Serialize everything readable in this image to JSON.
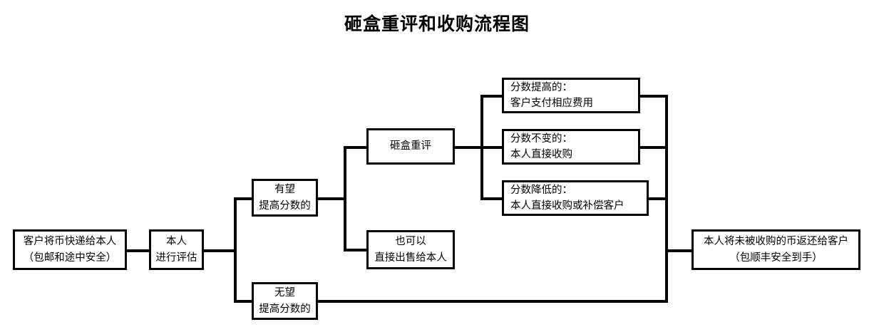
{
  "page": {
    "title": "砸盒重评和收购流程图",
    "background_color": "#ffffff",
    "line_color": "#000000",
    "text_color": "#000000"
  },
  "nodes": {
    "intake": {
      "line1": "客户将币快递给本人",
      "line2": "（包邮和途中安全）"
    },
    "appraise": {
      "line1": "本人",
      "line2": "进行评估"
    },
    "hopeful": {
      "line1": "有望",
      "line2": "提高分数的"
    },
    "hopeless": {
      "line1": "无望",
      "line2": "提高分数的"
    },
    "regrade": {
      "line1": "砸盒重评"
    },
    "direct_sell": {
      "line1": "也可以",
      "line2": "直接出售给本人"
    },
    "score_up": {
      "line1": "分数提高的：",
      "line2": "客户支付相应费用"
    },
    "score_same": {
      "line1": "分数不变的：",
      "line2": "本人直接收购"
    },
    "score_down": {
      "line1": "分数降低的：",
      "line2": "本人直接收购或补偿客户"
    },
    "return_coins": {
      "line1": "本人将未被收购的币返还给客户",
      "line2": "（包顺丰安全到手）"
    }
  },
  "flow": {
    "edges": [
      {
        "from": "intake",
        "to": "appraise"
      },
      {
        "from": "appraise",
        "to": "hopeful"
      },
      {
        "from": "appraise",
        "to": "hopeless"
      },
      {
        "from": "hopeful",
        "to": "regrade"
      },
      {
        "from": "hopeful",
        "to": "direct_sell"
      },
      {
        "from": "regrade",
        "to": "score_up"
      },
      {
        "from": "regrade",
        "to": "score_same"
      },
      {
        "from": "regrade",
        "to": "score_down"
      },
      {
        "from": "score_up",
        "to": "return_coins"
      },
      {
        "from": "score_same",
        "to": "return_coins"
      },
      {
        "from": "score_down",
        "to": "return_coins"
      },
      {
        "from": "hopeless",
        "to": "return_coins"
      }
    ]
  }
}
